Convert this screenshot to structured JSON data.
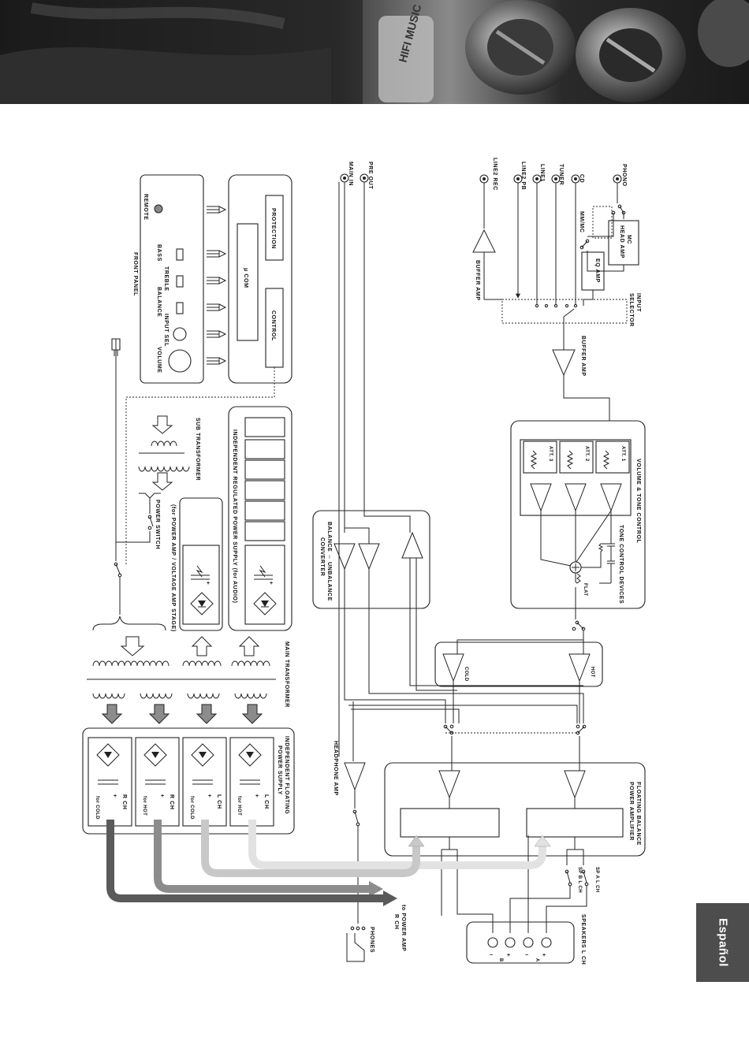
{
  "page": {
    "language_tab": "Español"
  },
  "header": {
    "photo_text": "HIFI MUSIC"
  },
  "colors": {
    "tab_background": "#4d4d4d",
    "arrow_dark": "#5a5a5a",
    "arrow_mid": "#8c8c8c",
    "arrow_light": "#c8c8c8",
    "line": "#222222"
  },
  "front_panel": {
    "title": "FRONT PANEL",
    "remote": "REMOTE",
    "bass": "BASS",
    "treble": "TREBLE",
    "balance": "BALANCE",
    "input_sel": "INPUT SEL",
    "volume": "VOLUME"
  },
  "control_block": {
    "protection": "PROTECTION",
    "ucom": "μ COM",
    "control": "CONTROL"
  },
  "inputs": {
    "phono": "PHONO",
    "cd": "CD",
    "tuner": "TUNER",
    "line1": "LINE1",
    "line2_pb": "LINE2 PB",
    "line2_rec": "LINE2 REC",
    "mm_mc": "MM/MC",
    "mc_head_amp": [
      "MC",
      "HEAD AMP"
    ],
    "eq_amp": "EQ AMP",
    "input_selector": [
      "INPUT",
      "SELECTOR"
    ],
    "buffer_amp_upper": "BUFFER AMP",
    "buffer_amp_lower": "BUFFER AMP"
  },
  "pre_out": "PRE OUT",
  "main_in": "MAIN IN",
  "volume_tone": {
    "title": "VOLUME & TONE CONTROL",
    "att1": "ATT. 1",
    "att2": "ATT. 2",
    "att3": "ATT. 3",
    "tone_devices": "TONE CONTROL DEVICES",
    "flat": "FLAT"
  },
  "hot_cold": {
    "hot": "HOT",
    "cold": "COLD"
  },
  "balance_converter": [
    "BALANCE ⇔ UNBALANCE",
    "CONVERTER"
  ],
  "sub_transformer": "SUB TRANSFORMER",
  "power_switch": "POWER SWITCH",
  "regulated_audio": "INDEPENDENT REGULATED POWER SUPPLY (for AUDIO)",
  "regulated_power": "(for POWER AMP / VOLTAGE AMP STAGE)",
  "main_transformer": "MAIN TRANSFORMER",
  "floating_supply": {
    "title": [
      "INDEPENDENT FLOATING",
      "POWER SUPPLY"
    ],
    "rows": [
      {
        "ch": "L CH",
        "for": "for HOT"
      },
      {
        "ch": "L CH",
        "for": "for COLD"
      },
      {
        "ch": "R CH",
        "for": "for HOT"
      },
      {
        "ch": "R CH",
        "for": "for COLD"
      }
    ]
  },
  "headphone_amp": "HEADPHONE AMP",
  "floating_power_amp": [
    "FLOATING BALANCE",
    "POWER AMPLIFIER"
  ],
  "speakers": {
    "title": "SPEAKERS L CH",
    "sp_a": "SP A L CH",
    "sp_b": "SP B L CH",
    "plus": "+",
    "minus": "−",
    "a": "A",
    "b": "B"
  },
  "phones": "PHONES",
  "to_power_amp": [
    "to POWER AMP",
    "R CH"
  ]
}
